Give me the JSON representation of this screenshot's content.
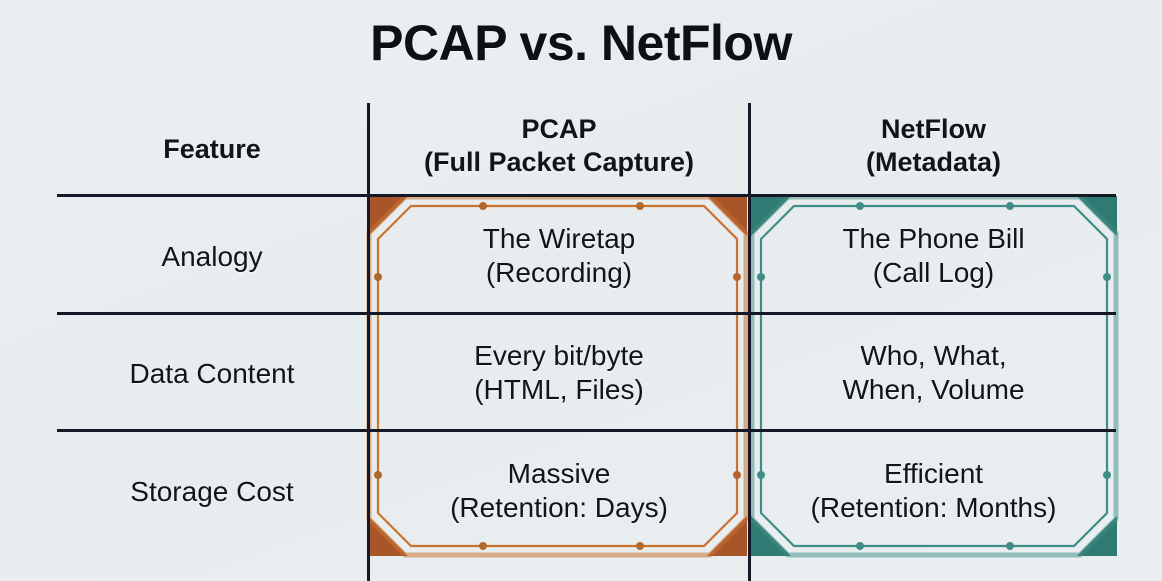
{
  "title": "PCAP vs. NetFlow",
  "colors": {
    "background": "#e9edef",
    "text": "#111418",
    "grid": "#141827",
    "pcap_frame": "#c9732f",
    "pcap_frame_fill": "#a8552a",
    "netflow_frame": "#3f8d86",
    "netflow_frame_fill": "#2f7a72"
  },
  "table": {
    "columns": [
      {
        "key": "feature",
        "label": "Feature",
        "sublabel": ""
      },
      {
        "key": "pcap",
        "label": "PCAP",
        "sublabel": "(Full Packet Capture)"
      },
      {
        "key": "netflow",
        "label": "NetFlow",
        "sublabel": "(Metadata)"
      }
    ],
    "rows": [
      {
        "feature": "Analogy",
        "pcap_line1": "The Wiretap",
        "pcap_line2": "(Recording)",
        "netflow_line1": "The Phone Bill",
        "netflow_line2": "(Call Log)"
      },
      {
        "feature": "Data Content",
        "pcap_line1": "Every bit/byte",
        "pcap_line2": "(HTML, Files)",
        "netflow_line1": "Who, What,",
        "netflow_line2": "When, Volume"
      },
      {
        "feature": "Storage Cost",
        "pcap_line1": "Massive",
        "pcap_line2": "(Retention: Days)",
        "netflow_line1": "Efficient",
        "netflow_line2": "(Retention: Months)"
      }
    ]
  }
}
